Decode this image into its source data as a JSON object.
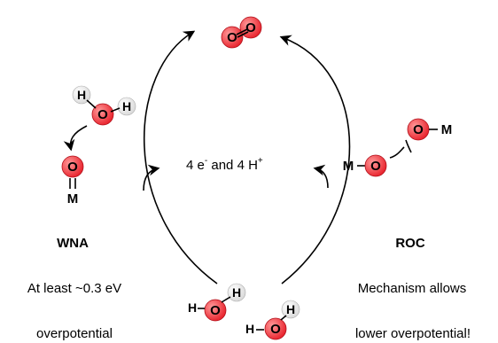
{
  "colors": {
    "oxygen_fill": "#e8202a",
    "oxygen_highlight": "#ff9a9a",
    "hydrogen_fill": "#d9d9d9",
    "hydrogen_highlight": "#ffffff"
  },
  "atoms": {
    "oxygen": "O",
    "hydrogen": "H",
    "metal": "M"
  },
  "center": {
    "part1": "4 e",
    "sup1": "-",
    "part2": " and 4 H",
    "sup2": "+"
  },
  "left": {
    "title": "WNA",
    "line1": "At least ~0.3 eV",
    "line2": "overpotential"
  },
  "right": {
    "title": "ROC",
    "line1": "Mechanism allows",
    "line2": "lower overpotential!"
  }
}
